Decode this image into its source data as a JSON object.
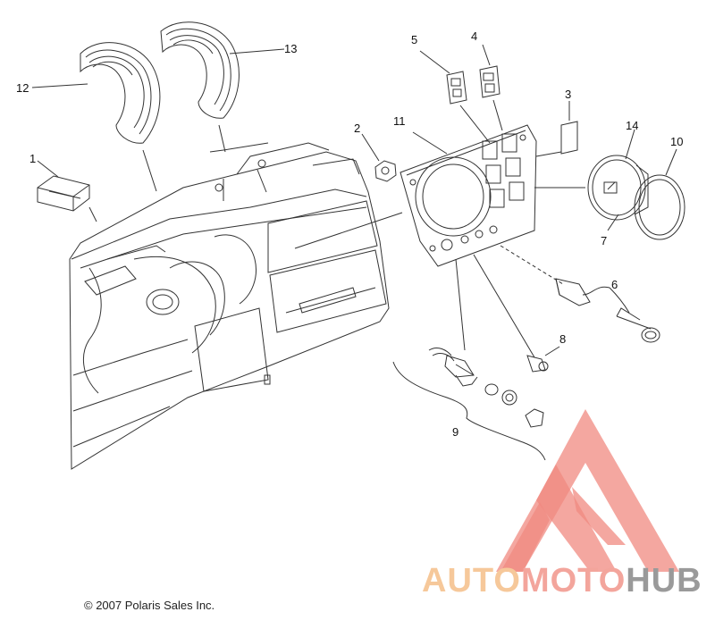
{
  "callouts": {
    "c1": "1",
    "c2": "2",
    "c3": "3",
    "c4": "4",
    "c5": "5",
    "c6": "6",
    "c7": "7",
    "c8": "8",
    "c9": "9",
    "c10": "10",
    "c11": "11",
    "c12": "12",
    "c13": "13",
    "c14": "14"
  },
  "copyright": "© 2007 Polaris Sales Inc.",
  "watermark": {
    "part1": "AUTO",
    "part2": "MOTO",
    "part3": "HUB",
    "colors": {
      "auto": "#f6c89a",
      "moto": "#f3a59c",
      "hub": "#9a9a9a",
      "logo": "#f08a80"
    }
  }
}
